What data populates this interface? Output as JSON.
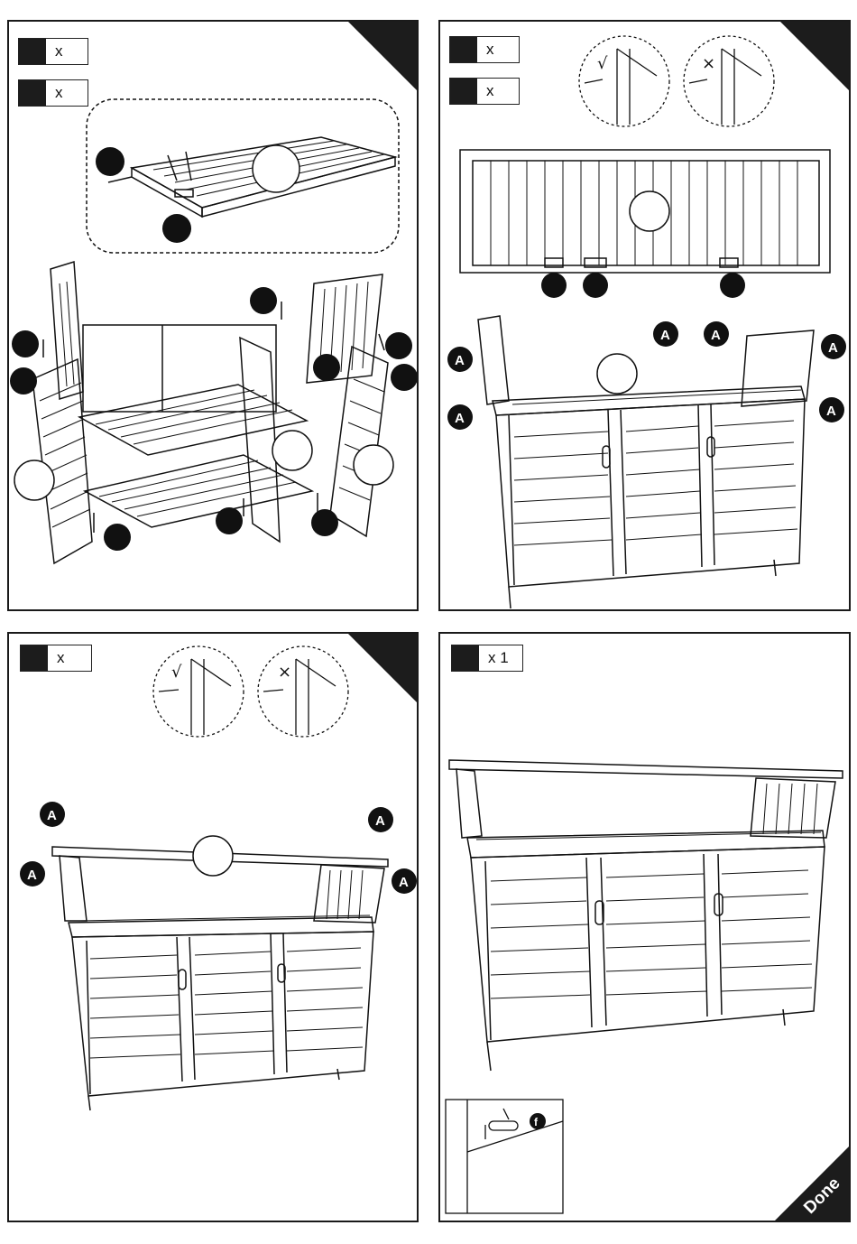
{
  "steps": [
    {
      "qty_badges": [
        "x",
        "x"
      ]
    },
    {
      "qty_badges": [
        "x",
        "x"
      ],
      "correct_mark": "√",
      "wrong_mark": "×",
      "part_label": "A"
    },
    {
      "qty_badges": [
        "x"
      ],
      "correct_mark": "√",
      "wrong_mark": "×",
      "part_label": "A"
    },
    {
      "qty_badges": [
        "x 1"
      ],
      "hardware_label": "f",
      "final_label": "Done"
    }
  ]
}
